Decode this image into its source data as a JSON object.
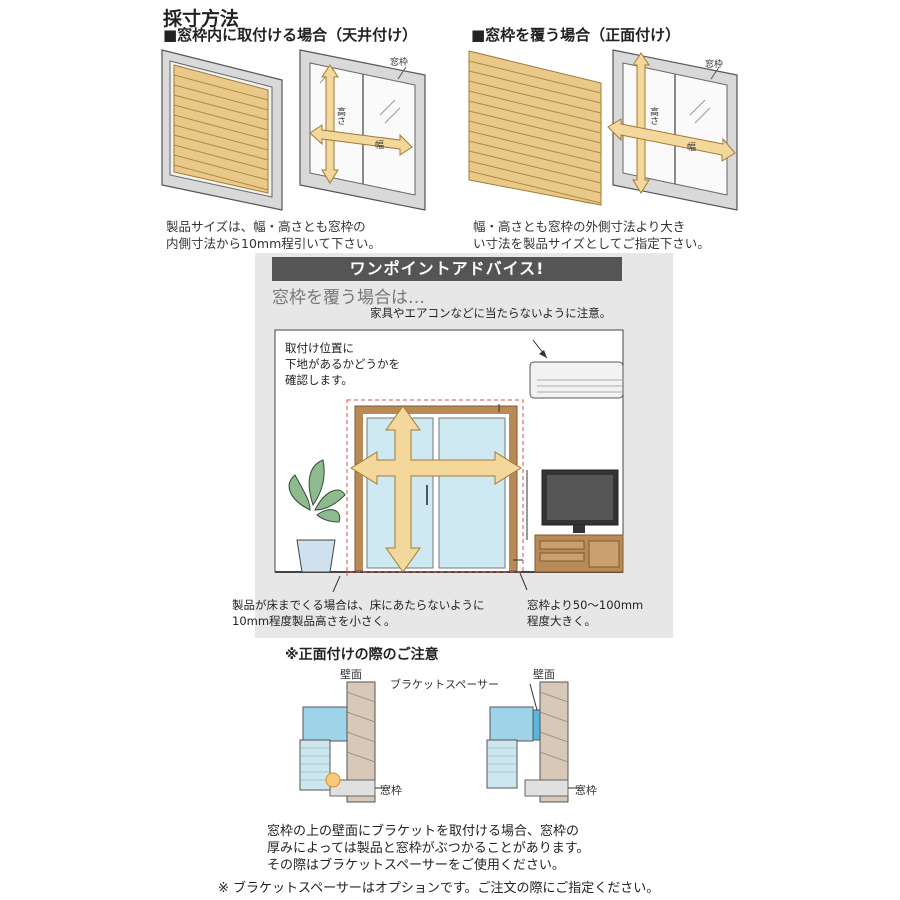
{
  "title": "採寸方法",
  "sections": {
    "inside": {
      "heading": "■窓枠内に取付ける場合（天井付け）",
      "frame_label": "窓枠",
      "height_label": "高さ",
      "width_label": "幅",
      "caption_line1": "製品サイズは、幅・高さとも窓枠の",
      "caption_line2": "内側寸法から10mm程引いて下さい。"
    },
    "outside": {
      "heading": "■窓枠を覆う場合（正面付け）",
      "frame_label": "窓枠",
      "height_label": "高さ",
      "width_label": "幅",
      "caption_line1": "幅・高さとも窓枠の外側寸法より大き",
      "caption_line2": "い寸法を製品サイズとしてご指定下さい。"
    }
  },
  "advice": {
    "banner": "ワンポイントアドバイス!",
    "subtitle": "窓枠を覆う場合は…",
    "note_furniture": "家具やエアコンなどに当たらないように注意。",
    "note_mount_line1": "取付け位置に",
    "note_mount_line2": "下地があるかどうかを",
    "note_mount_line3": "確認します。",
    "note_floor_line1": "製品が床までくる場合は、床にあたらないように",
    "note_floor_line2": "10mm程度製品高さを小さく。",
    "note_size_line1": "窓枠より50～100mm",
    "note_size_line2": "程度大きく。"
  },
  "caution": {
    "heading": "※正面付けの際のご注意",
    "wall_label": "壁面",
    "frame_label": "窓枠",
    "spacer_label": "ブラケットスペーサー",
    "body_line1": "窓枠の上の壁面にブラケットを取付ける場合、窓枠の",
    "body_line2": "厚みによっては製品と窓枠がぶつかることがあります。",
    "body_line3": "その際はブラケットスペーサーをご使用ください。",
    "footnote": "※ ブラケットスペーサーはオプションです。ご注文の際にご指定ください。"
  },
  "colors": {
    "blind": "#e9c98a",
    "slat_line": "#b08a3c",
    "arrow": "#f3d79b",
    "frame_gray": "#cfcfcf",
    "banner_bg": "#555555",
    "advice_bg": "#e8e7e7",
    "wood": "#b98a55",
    "blue": "#9fd3ea",
    "dashed_red": "#d05050"
  }
}
